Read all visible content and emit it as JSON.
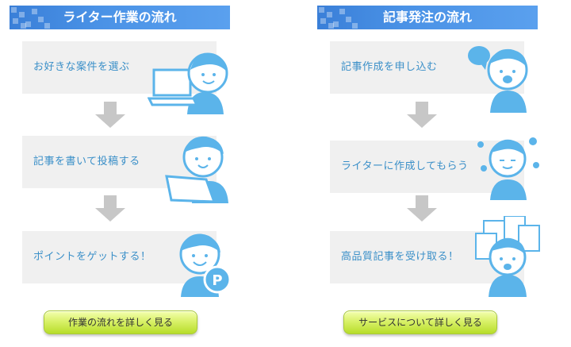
{
  "writer_flow": {
    "title": "ライター作業の流れ",
    "steps": [
      {
        "label": "お好きな案件を選ぶ"
      },
      {
        "label": "記事を書いて投稿する"
      },
      {
        "label": "ポイントをゲットする！"
      }
    ],
    "cta_label": "作業の流れを詳しく見る"
  },
  "order_flow": {
    "title": "記事発注の流れ",
    "steps": [
      {
        "label": "記事作成を申し込む"
      },
      {
        "label": "ライターに作成してもらう"
      },
      {
        "label": "高品質記事を受け取る！"
      }
    ],
    "cta_label": "サービスについて詳しく見る"
  },
  "colors": {
    "header_blue": "#4a92e6",
    "label_blue": "#3a8fc8",
    "illustration_blue": "#5bb4ea",
    "step_bg": "#f0f0f0",
    "arrow_gray": "#c7c7c7",
    "cta_green": "#d9f16a"
  },
  "icons": {
    "writer_steps": [
      "writer-laptop-icon",
      "writer-writing-icon",
      "writer-point-coin-icon"
    ],
    "order_steps": [
      "client-speech-icon",
      "client-thinking-icon",
      "client-documents-icon"
    ]
  }
}
